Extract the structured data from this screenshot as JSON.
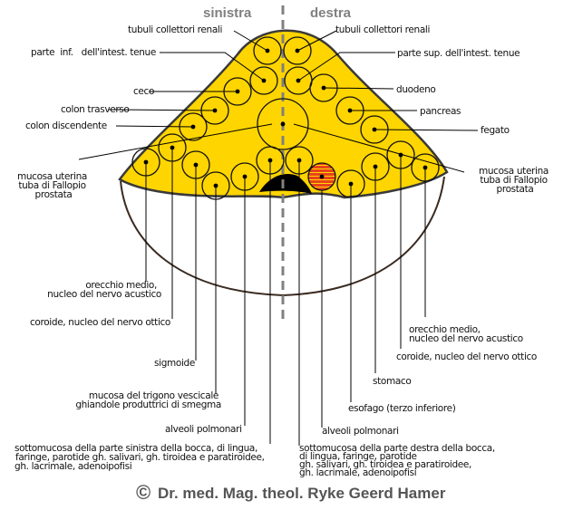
{
  "diagram": {
    "title_left": "sinistra",
    "title_right": "destra",
    "copyright_symbol": "©",
    "copyright": "Dr. med. Mag. theol. Ryke Geerd Hamer",
    "colors": {
      "fill": "#FFD500",
      "relay_outline": "#111111",
      "highlight_fill": "#E8431A",
      "highlight_stripe": "#FFD500",
      "midline": "#808080",
      "dark_spot": "#000000"
    },
    "left_labels": {
      "tubuli": "tubuli collettori renali",
      "intestino_inf": "parte  inf.   dell'intest. tenue",
      "ceco": "ceco",
      "colon_trasverso": "colon trasverso",
      "colon_discendente": "colon discendente",
      "mucosa_uterina": [
        "mucosa uterina",
        "tuba di Fallopio",
        "prostata"
      ],
      "orecchio_medio": [
        "orecchio medio,",
        "nucleo del nervo acustico"
      ],
      "coroide": "coroide, nucleo del nervo ottico",
      "sigmoide": "sigmoide",
      "trigono": [
        "mucosa del trigono vescicale",
        "ghiandole produttrici di smegma"
      ],
      "alveoli": "alveoli polmonari",
      "sottomucosa": [
        "sottomucosa della parte sinistra della bocca, di lingua,",
        "faringe, parotide gh. salivari, gh. tiroidea e paratiroidee,",
        "gh. lacrimale, adenoipofisi"
      ]
    },
    "right_labels": {
      "tubuli": "tubuli collettori renali",
      "intestino_sup": "parte sup. dell'intest. tenue",
      "duodeno": "duodeno",
      "pancreas": "pancreas",
      "fegato": "fegato",
      "mucosa_uterina": [
        "mucosa uterina",
        "tuba di Fallopio",
        "prostata"
      ],
      "orecchio_medio": [
        "orecchio medio,",
        "nucleo del nervo acustico"
      ],
      "coroide": "coroide, nucleo del nervo ottico",
      "stomaco": "stomaco",
      "esofago": "esofago (terzo inferiore)",
      "alveoli": "alveoli polmonari",
      "sottomucosa": [
        "sottomucosa della parte destra della bocca,",
        "di lingua, faringe, parotide",
        "gh. salivari, gh. tiroidea e paratiroidee,",
        "gh. lacrimale, adenoipofisi"
      ]
    }
  }
}
